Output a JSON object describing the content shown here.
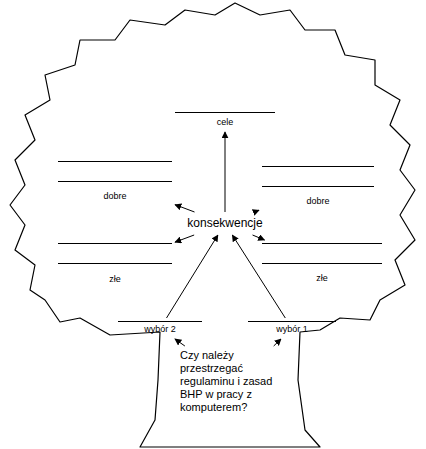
{
  "diagram": {
    "nodes": [
      {
        "text": [
          "cele"
        ]
      },
      {
        "text": [
          "dobre"
        ]
      },
      {
        "text": [
          "dobre"
        ]
      },
      {
        "text": [
          "konsekwencje"
        ]
      },
      {
        "text": [
          "złe"
        ]
      },
      {
        "text": [
          "złe"
        ]
      },
      {
        "text": [
          "wybór 2"
        ]
      },
      {
        "text": [
          "wybór 1"
        ]
      },
      {
        "text": [
          "Czy należy przestrzegać regulaminu i zasad BHP w pracy z komputerem?"
        ]
      }
    ],
    "edges": [
      {
        "from": 8,
        "to": 6,
        "arrow": "to"
      },
      {
        "from": 8,
        "to": 7,
        "arrow": "to"
      },
      {
        "from": 6,
        "to": 3,
        "arrow": "to"
      },
      {
        "from": 7,
        "to": 3,
        "arrow": "to"
      },
      {
        "from": 3,
        "to": 0,
        "arrow": "to"
      },
      {
        "from": 3,
        "to": 1,
        "arrow": "to"
      },
      {
        "from": 3,
        "to": 2,
        "arrow": "to"
      },
      {
        "from": 3,
        "to": 4,
        "arrow": "to"
      },
      {
        "from": 3,
        "to": 5,
        "arrow": "to"
      }
    ]
  }
}
